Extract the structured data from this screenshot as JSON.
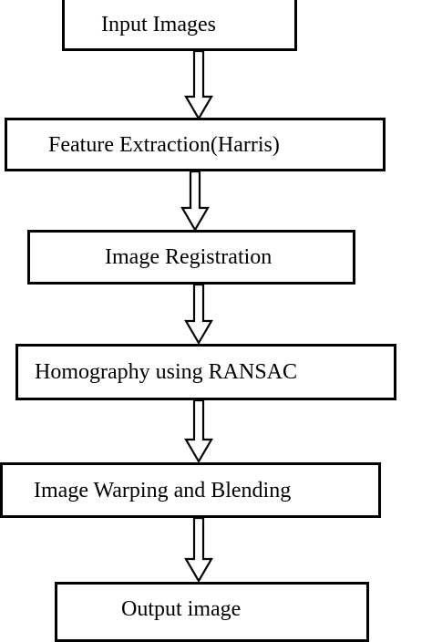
{
  "flowchart": {
    "steps": [
      {
        "label": "Input Images"
      },
      {
        "label": "Feature Extraction(Harris)"
      },
      {
        "label": "Image Registration"
      },
      {
        "label": "Homography using RANSAC"
      },
      {
        "label": "Image Warping and Blending"
      },
      {
        "label": "Output image"
      }
    ]
  }
}
